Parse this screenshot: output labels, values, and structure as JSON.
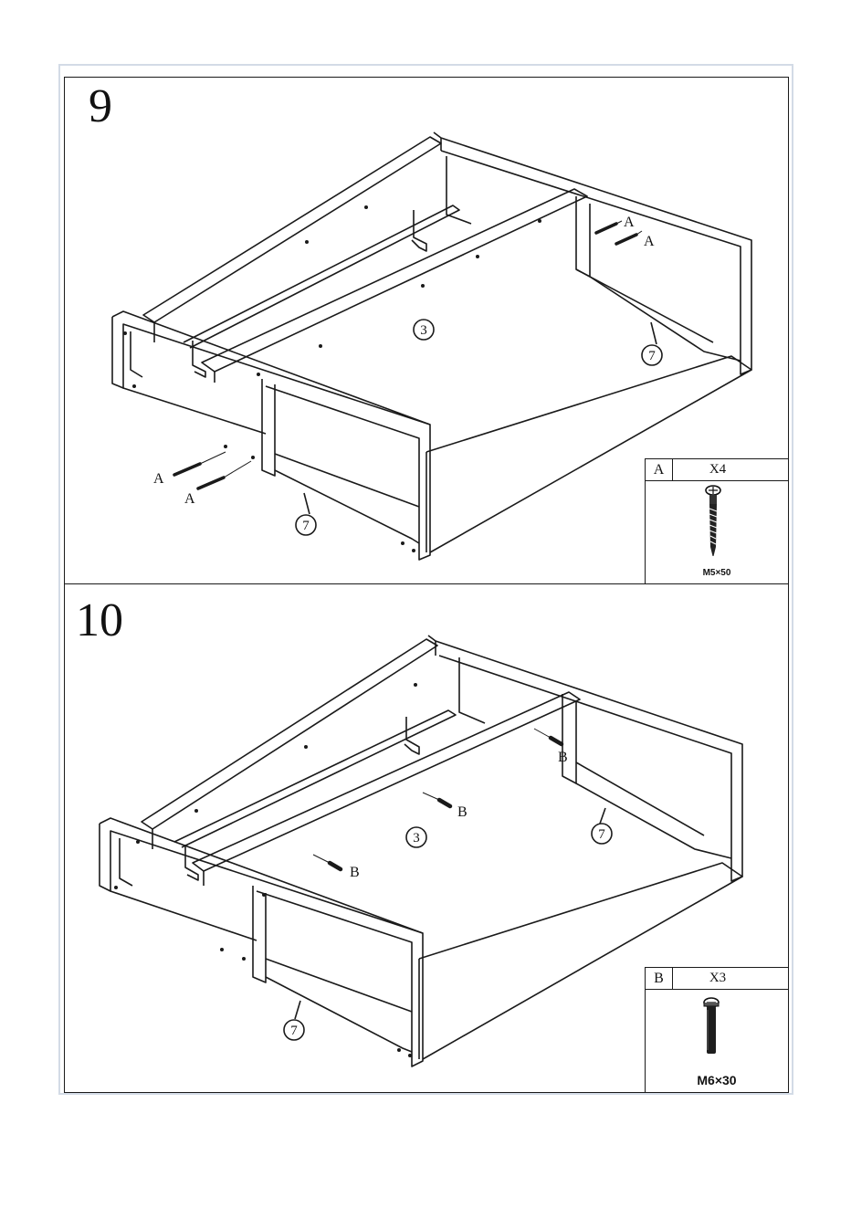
{
  "steps": [
    {
      "number": "9",
      "part_labels": [
        "3",
        "7",
        "7"
      ],
      "screw_labels": [
        "A",
        "A",
        "A",
        "A"
      ],
      "hardware": {
        "letter": "A",
        "quantity": "X4",
        "size": "M5×50"
      }
    },
    {
      "number": "10",
      "part_labels": [
        "3",
        "7",
        "7"
      ],
      "screw_labels": [
        "B",
        "B",
        "B"
      ],
      "hardware": {
        "letter": "B",
        "quantity": "X3",
        "size": "M6×30"
      }
    }
  ]
}
